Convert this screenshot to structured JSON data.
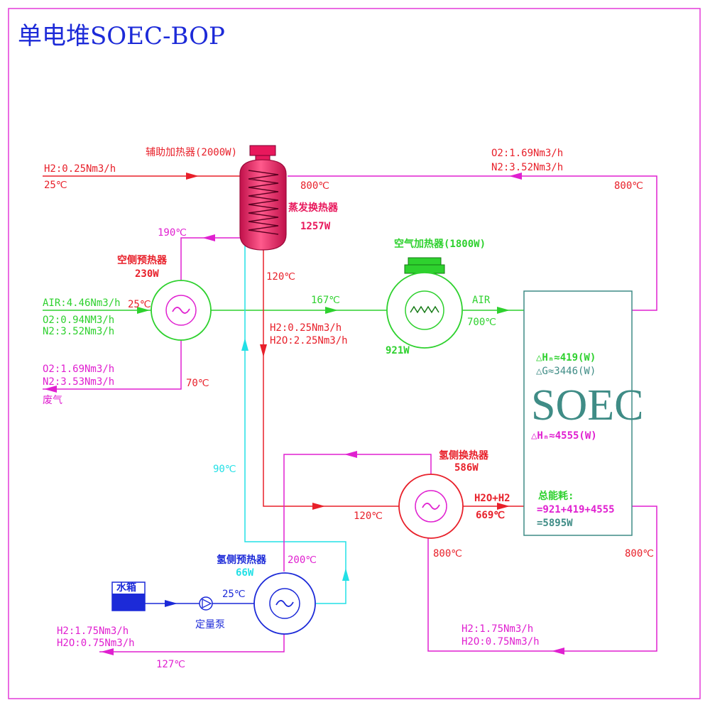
{
  "title": "单电堆SOEC-BOP",
  "colors": {
    "red": "#e8202a",
    "magenta": "#e020d0",
    "green": "#2ed12e",
    "cyan": "#22e0e6",
    "blue": "#1c2ad8",
    "teal": "#3f8c86",
    "heater": "#e8185c",
    "border": "#e33ad8"
  },
  "soec": {
    "label": "SOEC",
    "dh_small": "△Hₙ≈419(W)",
    "dg": "△G≈3446(W)",
    "dh_big": "△Hₙ≈4555(W)",
    "energy_title": "总能耗:",
    "energy_sum": "=921+419+4555",
    "energy_total": "=5895W"
  },
  "h2_feed": {
    "flow": "H2:0.25Nm3/h",
    "temp": "25℃"
  },
  "aux_heater": {
    "label": "辅助加热器(2000W)"
  },
  "evaporator": {
    "label": "蒸发换热器",
    "power": "1257W",
    "temp_top": "800℃",
    "temp_out": "120℃"
  },
  "o2_return": {
    "o2": "O2:1.69Nm3/h",
    "n2": "N2:3.52Nm3/h",
    "temp": "800℃"
  },
  "air_preheater": {
    "label": "空侧预热器",
    "power": "230W",
    "temp_hot": "190℃",
    "temp_in": "25℃",
    "temp_exhaust": "70℃"
  },
  "air_feed": {
    "air": "AIR:4.46Nm3/h",
    "o2": "O2:0.94NM3/h",
    "n2": "N2:3.52Nm3/h"
  },
  "exhaust": {
    "o2": "O2:1.69Nm3/h",
    "n2": "N2:3.53Nm3/h",
    "label": "废气"
  },
  "air_heater": {
    "label": "空气加热器(1800W)",
    "power": "921W",
    "temp_in": "167℃",
    "air_label": "AIR",
    "temp_out": "700℃"
  },
  "mixed_feed": {
    "h2": "H2:0.25Nm3/h",
    "h2o": "H2O:2.25Nm3/h"
  },
  "h2_hex": {
    "label": "氢侧换热器",
    "power": "586W",
    "temp_in": "120℃",
    "out_label": "H2O+H2",
    "temp_out": "669℃",
    "temp_hot": "800℃"
  },
  "h2_preheater": {
    "label": "氢侧预热器",
    "power": "66W",
    "temp_cyan": "90℃",
    "temp_out": "200℃",
    "temp_in": "25℃",
    "temp_exit": "127℃"
  },
  "tank": {
    "label": "水箱"
  },
  "pump": {
    "label": "定量泵"
  },
  "h2_out": {
    "h2": "H2:1.75Nm3/h",
    "h2o": "H2O:0.75Nm3/h"
  },
  "h2_return": {
    "h2": "H2:1.75Nm3/h",
    "h2o": "H2O:0.75Nm3/h",
    "temp": "800℃"
  }
}
